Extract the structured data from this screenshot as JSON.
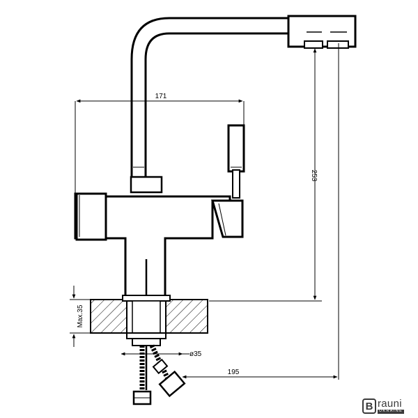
{
  "dimensions": {
    "width": "171",
    "height": "253",
    "reach": "195",
    "thread": "ø35",
    "max_thickness": "Max.35"
  },
  "brand": {
    "mark": "B",
    "name": "rauni",
    "region": "UKRAINE"
  }
}
